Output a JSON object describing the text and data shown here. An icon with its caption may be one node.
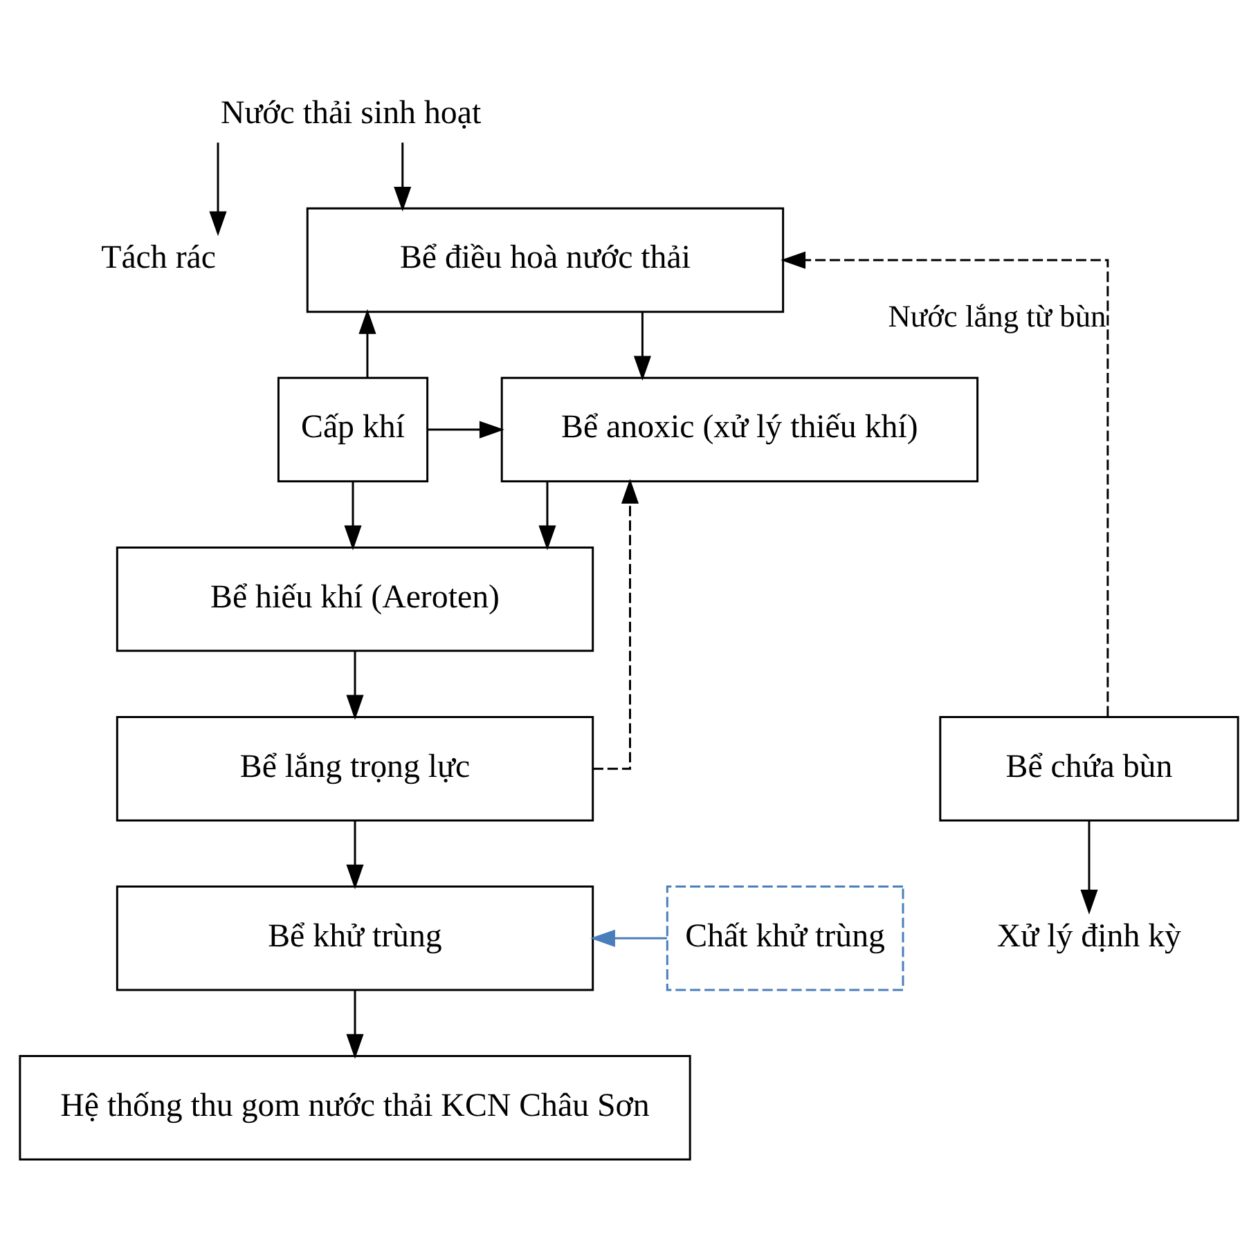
{
  "diagram": {
    "nodes": [
      {
        "text": [
          "Nước thải sinh hoạt"
        ]
      },
      {
        "text": [
          "Tách rác"
        ]
      },
      {
        "text": [
          "Bể điều hoà nước thải"
        ]
      },
      {
        "text": [
          "Cấp khí"
        ]
      },
      {
        "text": [
          "Bể anoxic (xử lý thiếu khí)"
        ]
      },
      {
        "text": [
          "Bể hiếu khí (Aeroten)"
        ]
      },
      {
        "text": [
          "Bể lắng trọng lực"
        ]
      },
      {
        "text": [
          "Bể khử trùng"
        ]
      },
      {
        "text": [
          "Chất khử trùng"
        ]
      },
      {
        "text": [
          "Hệ thống thu gom nước thải KCN Châu Sơn"
        ]
      },
      {
        "text": [
          "Bể chứa bùn"
        ]
      },
      {
        "text": [
          "Xử lý định kỳ"
        ]
      }
    ],
    "edges": [
      {
        "from": 0,
        "to": 2,
        "arrow": "to"
      },
      {
        "from": 0,
        "to": 1,
        "arrow": "to"
      },
      {
        "from": 3,
        "to": 2,
        "arrow": "to"
      },
      {
        "from": 3,
        "to": 4,
        "arrow": "to"
      },
      {
        "from": 3,
        "to": 5,
        "arrow": "to"
      },
      {
        "from": 2,
        "to": 4,
        "arrow": "to"
      },
      {
        "from": 4,
        "to": 5,
        "arrow": "to"
      },
      {
        "from": 5,
        "to": 6,
        "arrow": "to"
      },
      {
        "from": 6,
        "to": 7,
        "arrow": "to"
      },
      {
        "from": 7,
        "to": 9,
        "arrow": "to"
      },
      {
        "from": 8,
        "to": 7,
        "arrow": "to",
        "color": "#4a7ebb"
      },
      {
        "from": 6,
        "to": 4,
        "arrow": "to",
        "style": "dashed"
      },
      {
        "from": 10,
        "to": 2,
        "arrow": "to",
        "style": "dashed",
        "label": "Nước lắng từ bùn"
      },
      {
        "from": 10,
        "to": 11,
        "arrow": "to"
      }
    ]
  }
}
